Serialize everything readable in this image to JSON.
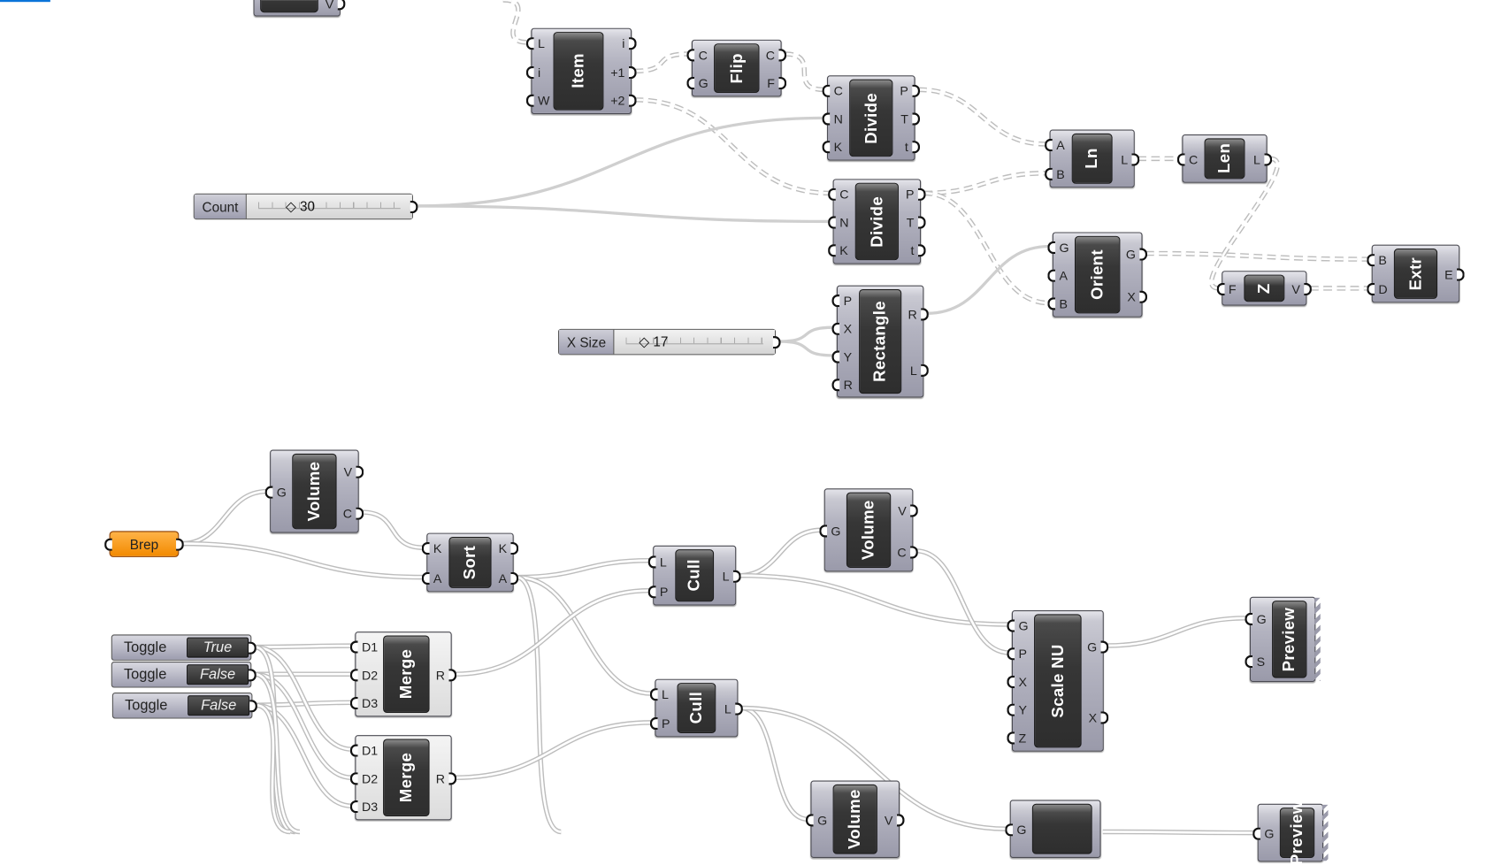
{
  "canvas": {
    "components": [
      {
        "id": "top_partial",
        "label": "",
        "inputs": [],
        "outputs": [
          "V"
        ]
      },
      {
        "id": "item",
        "label": "Item",
        "inputs": [
          "L",
          "i",
          "W"
        ],
        "outputs": [
          "i",
          "+1",
          "+2"
        ]
      },
      {
        "id": "flip",
        "label": "Flip",
        "inputs": [
          "C",
          "G"
        ],
        "outputs": [
          "C",
          "F"
        ]
      },
      {
        "id": "divide1",
        "label": "Divide",
        "inputs": [
          "C",
          "N",
          "K"
        ],
        "outputs": [
          "P",
          "T",
          "t"
        ]
      },
      {
        "id": "divide2",
        "label": "Divide",
        "inputs": [
          "C",
          "N",
          "K"
        ],
        "outputs": [
          "P",
          "T",
          "t"
        ]
      },
      {
        "id": "ln",
        "label": "Ln",
        "inputs": [
          "A",
          "B"
        ],
        "outputs": [
          "L"
        ]
      },
      {
        "id": "len",
        "label": "Len",
        "inputs": [
          "C"
        ],
        "outputs": [
          "L"
        ]
      },
      {
        "id": "orient",
        "label": "Orient",
        "inputs": [
          "G",
          "A",
          "B"
        ],
        "outputs": [
          "G",
          "X"
        ]
      },
      {
        "id": "zvec",
        "label": "Z",
        "inputs": [
          "F"
        ],
        "outputs": [
          "V"
        ]
      },
      {
        "id": "extr",
        "label": "Extr",
        "inputs": [
          "B",
          "D"
        ],
        "outputs": [
          "E"
        ]
      },
      {
        "id": "rect",
        "label": "Rectangle",
        "inputs": [
          "P",
          "X",
          "Y",
          "R"
        ],
        "outputs": [
          "R",
          "L"
        ]
      },
      {
        "id": "volume1",
        "label": "Volume",
        "inputs": [
          "G"
        ],
        "outputs": [
          "V",
          "C"
        ]
      },
      {
        "id": "sort",
        "label": "Sort",
        "inputs": [
          "K",
          "A"
        ],
        "outputs": [
          "K",
          "A"
        ]
      },
      {
        "id": "cull1",
        "label": "Cull",
        "inputs": [
          "L",
          "P"
        ],
        "outputs": [
          "L"
        ]
      },
      {
        "id": "cull2",
        "label": "Cull",
        "inputs": [
          "L",
          "P"
        ],
        "outputs": [
          "L"
        ]
      },
      {
        "id": "volume2",
        "label": "Volume",
        "inputs": [
          "G"
        ],
        "outputs": [
          "V",
          "C"
        ]
      },
      {
        "id": "scalenu",
        "label": "Scale NU",
        "inputs": [
          "G",
          "P",
          "X",
          "Y",
          "Z"
        ],
        "outputs": [
          "G",
          "X"
        ]
      },
      {
        "id": "preview",
        "label": "Preview",
        "inputs": [
          "G",
          "S"
        ],
        "outputs": []
      },
      {
        "id": "merge1",
        "label": "Merge",
        "inputs": [
          "D1",
          "D2",
          "D3"
        ],
        "outputs": [
          "R"
        ],
        "light": true
      },
      {
        "id": "merge2",
        "label": "Merge",
        "inputs": [
          "D1",
          "D2",
          "D3"
        ],
        "outputs": [
          "R"
        ],
        "light": true
      },
      {
        "id": "volume3",
        "label": "Volume",
        "inputs": [
          "G"
        ],
        "outputs": [
          "V"
        ]
      },
      {
        "id": "scalenu2",
        "label": "",
        "inputs": [
          "G"
        ],
        "outputs": []
      },
      {
        "id": "preview2",
        "label": "Preview",
        "inputs": [
          "G"
        ],
        "outputs": []
      }
    ],
    "sliders": [
      {
        "id": "count",
        "name": "Count",
        "value": "30",
        "fraction": 0.2
      },
      {
        "id": "xsize",
        "name": "X Size",
        "value": "17",
        "fraction": 0.1
      }
    ],
    "toggles": [
      {
        "id": "toggle1",
        "name": "Toggle",
        "value": "True"
      },
      {
        "id": "toggle2",
        "name": "Toggle",
        "value": "False"
      },
      {
        "id": "toggle3",
        "name": "Toggle",
        "value": "False"
      }
    ],
    "params": [
      {
        "id": "brep",
        "name": "Brep",
        "color": "#f28a00"
      }
    ],
    "colors": {
      "wire": "#c8c8c8",
      "wire_selected": "#333333",
      "accent": "#0a74d9"
    }
  }
}
